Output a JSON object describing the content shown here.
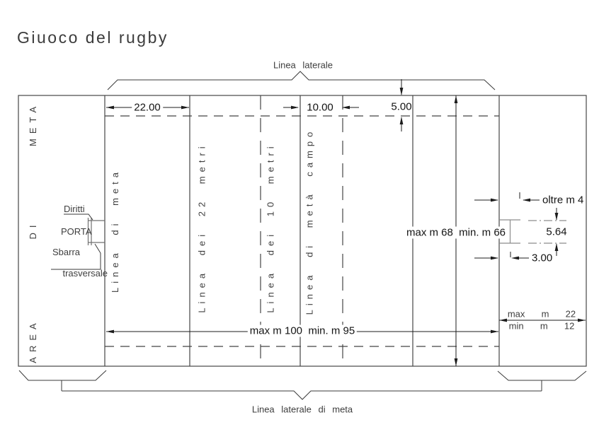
{
  "title": "Giuoco del rugby",
  "braces": {
    "top_label": "Linea laterale",
    "bottom_label": "Linea laterale di meta"
  },
  "margin_labels": {
    "top": "META",
    "middle": "DI",
    "bottom": "AREA"
  },
  "field_line_labels": {
    "goal_line": "Linea di meta",
    "line_22": "Linea dei 22 metri",
    "line_10": "Linea dei 10 metri",
    "halfway": "Linea di metà campo"
  },
  "goal_labels": {
    "uprights": "Diritti",
    "goal": "PORTA",
    "crossbar_line1": "Sbarra",
    "crossbar_line2": "trasversale"
  },
  "dimensions": {
    "to_22_line": "22.00",
    "to_10_line": "10.00",
    "to_5_line": "5.00",
    "field_width": "max m 68  min. m 66",
    "field_length": "max m 100  min. m 95",
    "in_goal_max": "max  m  22",
    "in_goal_min": "min  m  12",
    "post_above_crossbar": "oltre m 4",
    "post_spacing": "5.64",
    "crossbar_height": "3.00"
  },
  "colors": {
    "field_line": "#454545",
    "dimension_line": "#1c1c1c",
    "goal_gray": "#8c8c8c",
    "background": "#ffffff"
  }
}
